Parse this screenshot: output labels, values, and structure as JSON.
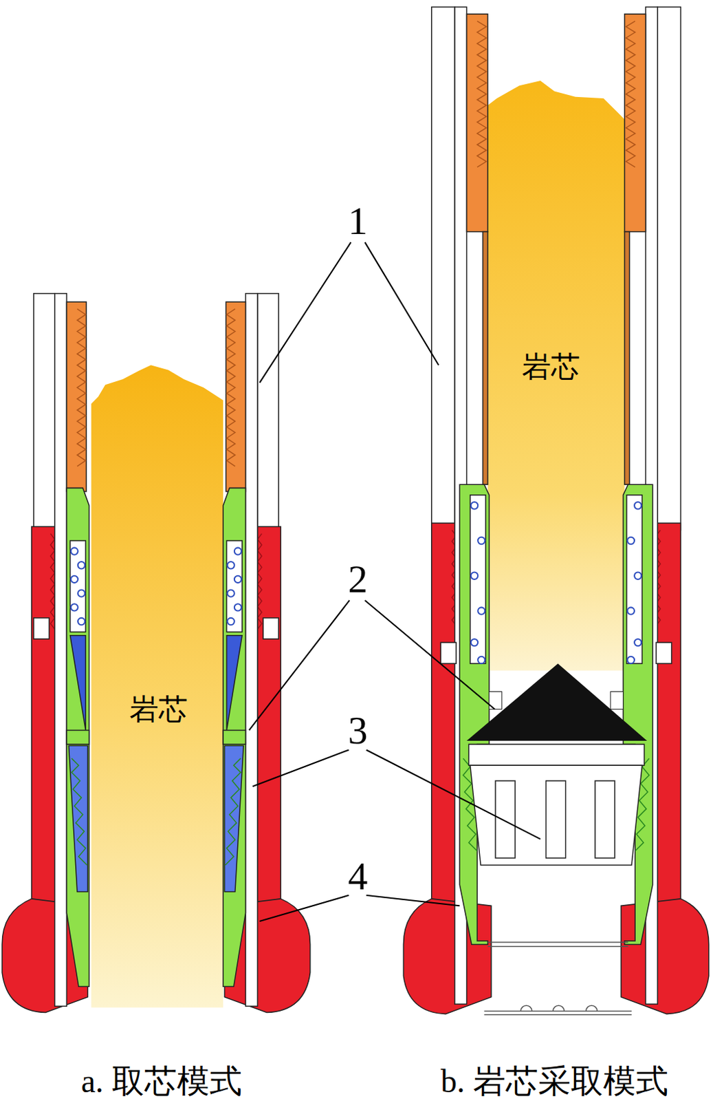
{
  "diagram": {
    "labels": [
      "1",
      "2",
      "3",
      "4",
      "岩芯",
      "岩芯",
      "a. 取芯模式",
      "b. 岩芯采取模式"
    ]
  }
}
